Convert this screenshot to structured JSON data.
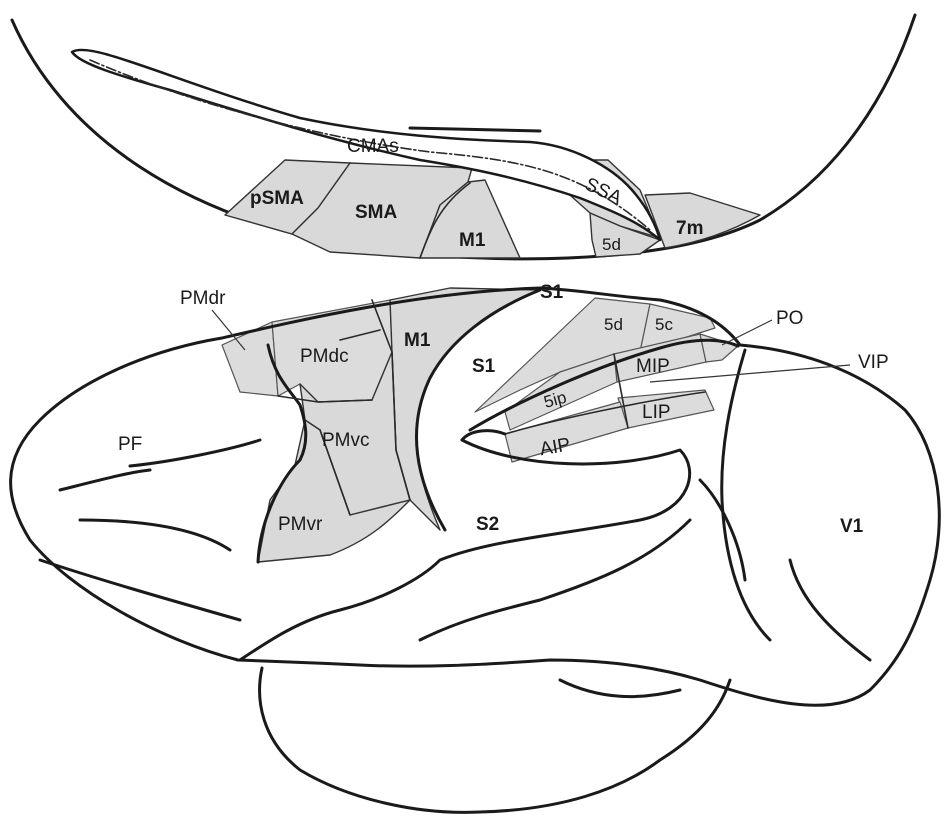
{
  "medial_view": {
    "labels": {
      "cmas": "CMAs",
      "psma": "pSMA",
      "sma": "SMA",
      "m1": "M1",
      "ssa": "SSA",
      "area_5d": "5d",
      "area_7m": "7m"
    }
  },
  "lateral_view": {
    "labels": {
      "pmdr": "PMdr",
      "pmdc": "PMdc",
      "pmvc": "PMvc",
      "pmvr": "PMvr",
      "m1": "M1",
      "s1_top": "S1",
      "s1": "S1",
      "s2": "S2",
      "pf": "PF",
      "area_5d": "5d",
      "area_5c": "5c",
      "po": "PO",
      "mip": "MIP",
      "vip": "VIP",
      "area_5ip": "5ip",
      "lip": "LIP",
      "aip": "AIP",
      "v1": "V1"
    }
  },
  "colors": {
    "shaded_area": "#d9d9d9",
    "outline": "#1a1a1a",
    "background": "#ffffff"
  }
}
